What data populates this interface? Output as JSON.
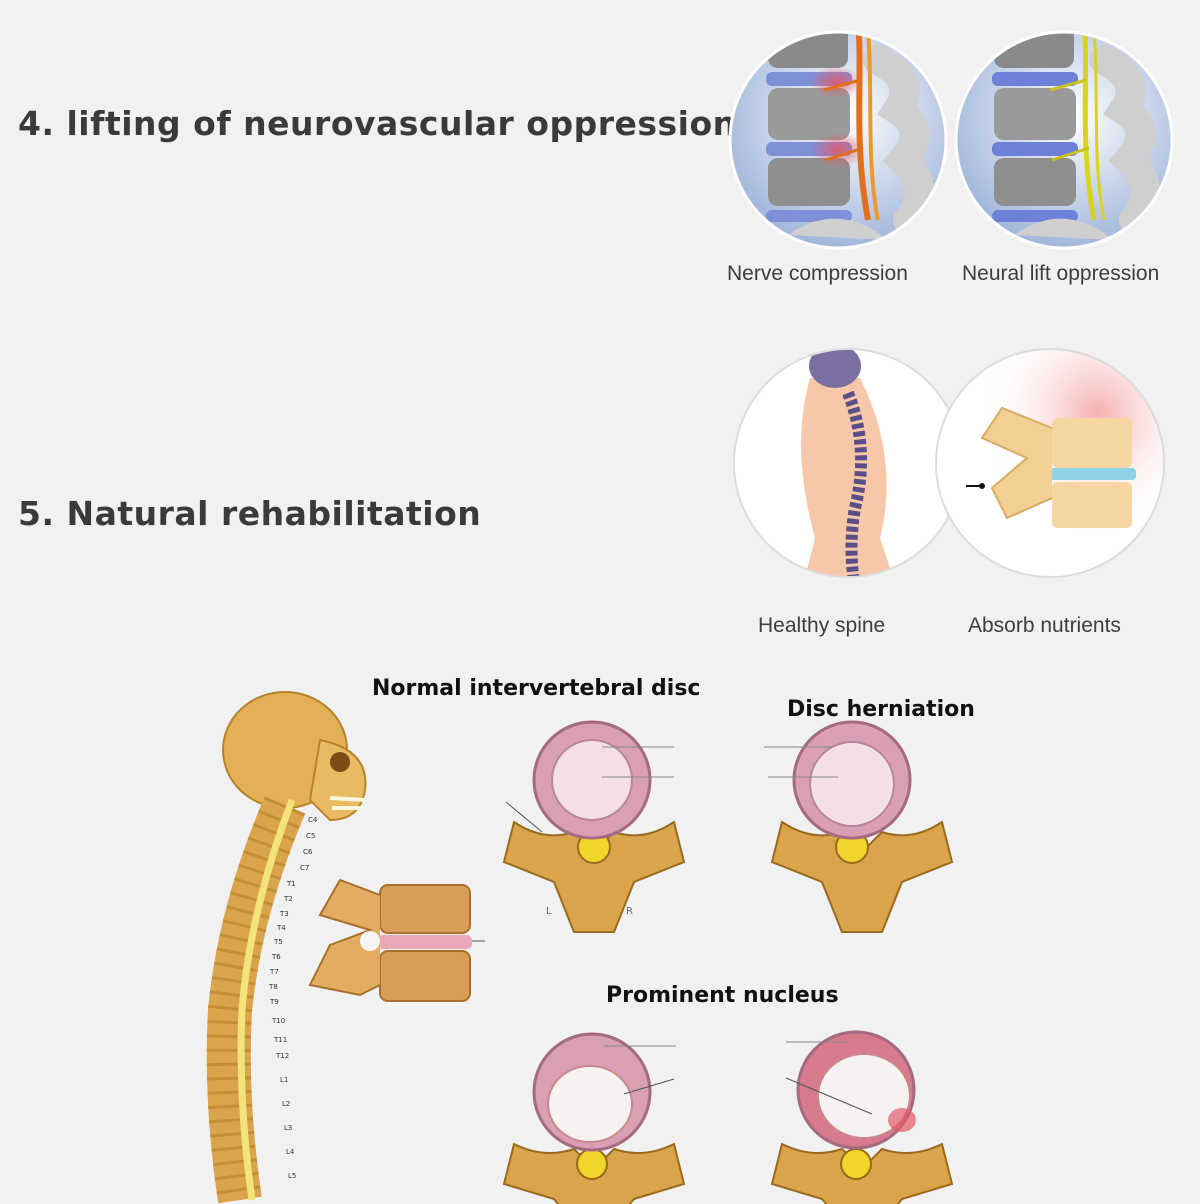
{
  "section4": {
    "heading": "4. lifting of neurovascular oppression",
    "captions": [
      "Nerve compression",
      "Neural lift oppression"
    ]
  },
  "section5": {
    "heading": "5. Natural rehabilitation",
    "captions": [
      "Healthy spine",
      "Absorb nutrients"
    ]
  },
  "disc_diagram": {
    "titles": {
      "normal": "Normal intervertebral disc",
      "herniation": "Disc herniation",
      "prominent": "Prominent nucleus"
    },
    "side_labels": [
      "L",
      "R"
    ],
    "vertebra_labels": [
      "C4",
      "C5",
      "C6",
      "C7",
      "T1",
      "T2",
      "T3",
      "T4",
      "T5",
      "T6",
      "T7",
      "T8",
      "T9",
      "T10",
      "T11",
      "T12",
      "L1",
      "L2",
      "L3",
      "L4",
      "L5"
    ]
  },
  "colors": {
    "background": "#f1f1f1",
    "bone": "#d9a44b",
    "disc": "#d7a0b7",
    "nerve": "#e0b53a",
    "inflammation": "#e35a6a",
    "disc_blue": "#7f8fd8"
  }
}
